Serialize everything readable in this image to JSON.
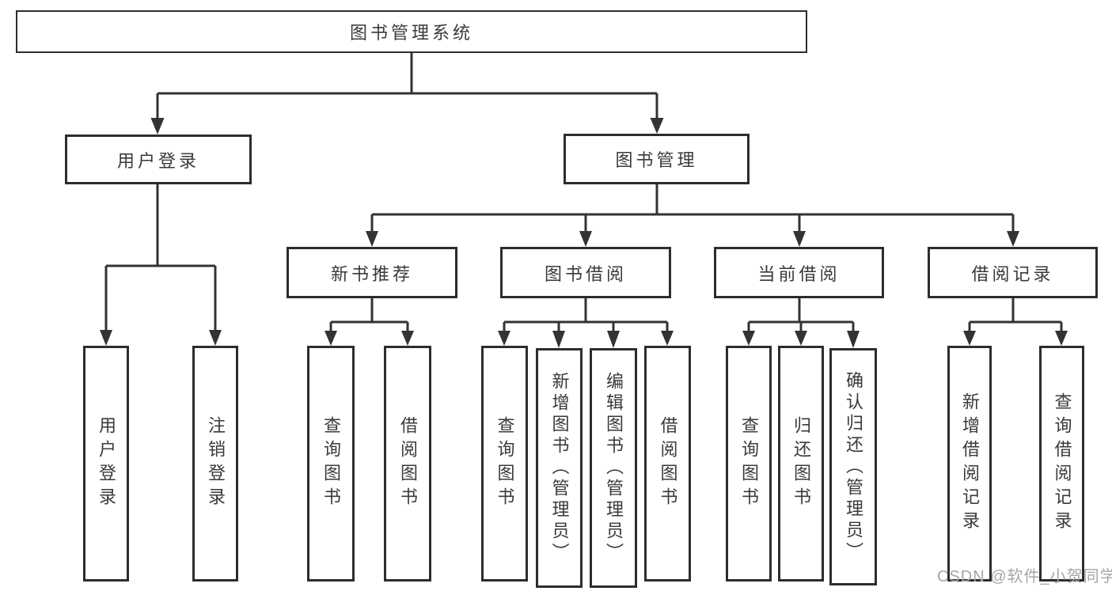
{
  "nodes": {
    "root": "图书管理系统",
    "level2": [
      "用户登录",
      "图书管理"
    ],
    "level3": [
      "新书推荐",
      "图书借阅",
      "当前借阅",
      "借阅记录"
    ],
    "login_children": [
      "用户登录",
      "注销登录"
    ],
    "recommend_children": [
      "查询图书",
      "借阅图书"
    ],
    "borrow_children": [
      "查询图书",
      "新增图书（管理员）",
      "编辑图书（管理员）",
      "借阅图书"
    ],
    "current_children": [
      "查询图书",
      "归还图书",
      "确认归还（管理员）"
    ],
    "records_children": [
      "新增借阅记录",
      "查询借阅记录"
    ]
  },
  "watermark": "CSDN @软件_小贺同学",
  "colors": {
    "line": "#333333",
    "box_border": "#2d2d2d",
    "text": "#3a3a3a",
    "watermark": "#a6a6a6",
    "background": "#ffffff"
  }
}
